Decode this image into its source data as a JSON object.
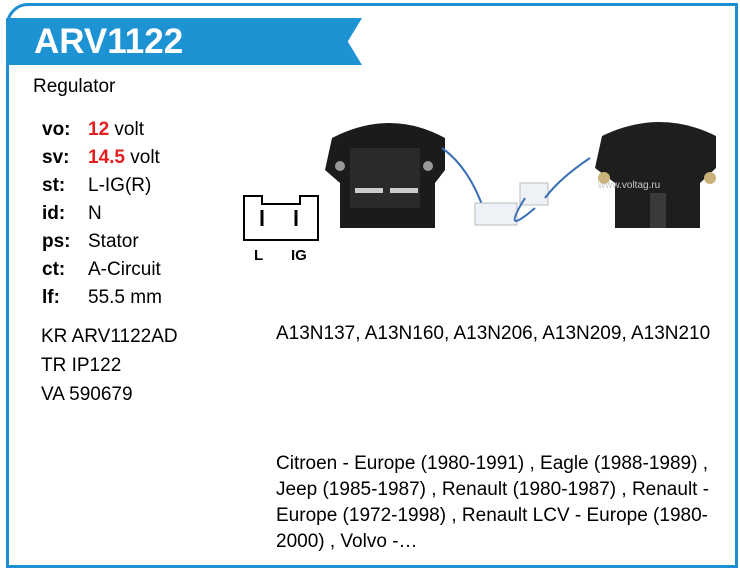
{
  "title": "ARV1122",
  "type": "Regulator",
  "specs": [
    {
      "key": "vo:",
      "value": "12",
      "unit": " volt",
      "highlight": true
    },
    {
      "key": "sv:",
      "value": "14.5",
      "unit": " volt",
      "highlight": true
    },
    {
      "key": "st:",
      "value": "L-IG(R)"
    },
    {
      "key": "id:",
      "value": "N"
    },
    {
      "key": "ps:",
      "value": "Stator"
    },
    {
      "key": "ct:",
      "value": "A-Circuit"
    },
    {
      "key": "lf:",
      "value": "55.5 mm"
    }
  ],
  "cross_refs": [
    "KR ARV1122AD",
    "TR IP122",
    "VA 590679"
  ],
  "oem": "A13N137, A13N160, A13N206, A13N209, A13N210",
  "applications": "Citroen - Europe (1980-1991) , Eagle (1988-1989) , Jeep (1985-1987) , Renault (1980-1987) , Renault - Europe (1972-1998) , Renault LCV - Europe (1980-2000) , Volvo -…",
  "connector": {
    "left": "L",
    "right": "IG"
  },
  "watermark": "www.voltag.ru",
  "accent": "#1e93d4"
}
